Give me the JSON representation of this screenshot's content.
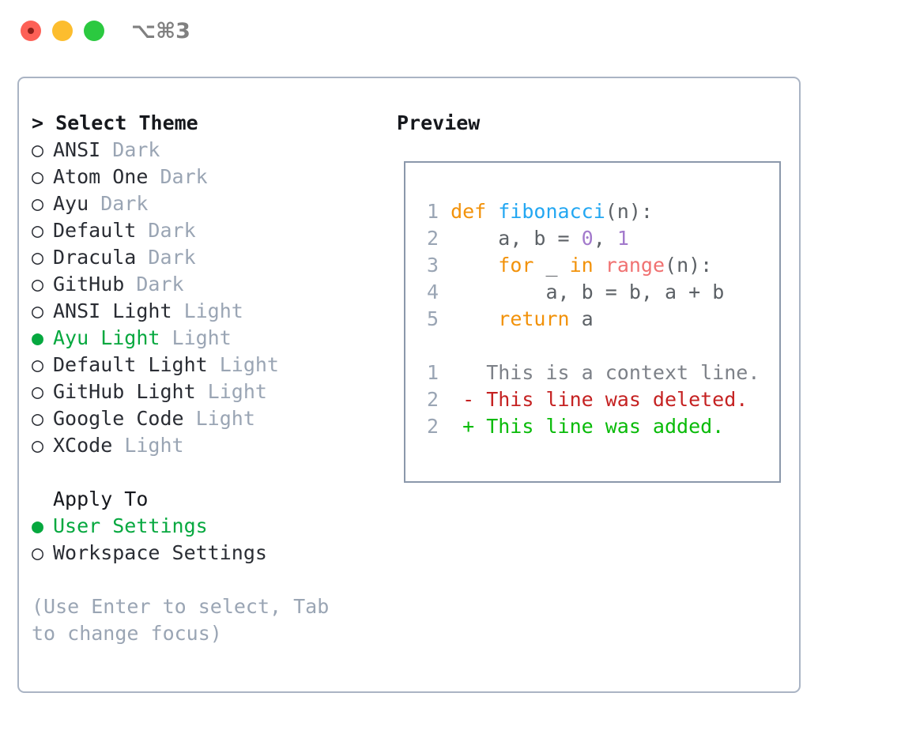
{
  "window": {
    "shortcut": "⌥⌘3",
    "traffic_lights": {
      "close": "#fd6056",
      "minimize": "#fcbd2e",
      "zoom": "#2bc940"
    }
  },
  "colors": {
    "accent_selected": "#06a83f",
    "muted": "#9aa5b4",
    "text": "#2a2d34",
    "border": "#aab4c4",
    "preview_border": "#8b98ab",
    "keyword": "#f2920a",
    "function": "#23a7f2",
    "builtin": "#f07171",
    "number": "#a37acc",
    "diff_context": "#7d8188",
    "diff_deleted": "#c52222",
    "diff_added": "#09bb09"
  },
  "theme_picker": {
    "heading": "> Select Theme",
    "marker_unselected": "○",
    "marker_selected": "●",
    "items": [
      {
        "name": "ANSI",
        "tag": "Dark",
        "selected": false
      },
      {
        "name": "Atom One",
        "tag": "Dark",
        "selected": false
      },
      {
        "name": "Ayu",
        "tag": "Dark",
        "selected": false
      },
      {
        "name": "Default",
        "tag": "Dark",
        "selected": false
      },
      {
        "name": "Dracula",
        "tag": "Dark",
        "selected": false
      },
      {
        "name": "GitHub",
        "tag": "Dark",
        "selected": false
      },
      {
        "name": "ANSI Light",
        "tag": "Light",
        "selected": false
      },
      {
        "name": "Ayu Light",
        "tag": "Light",
        "selected": true
      },
      {
        "name": "Default Light",
        "tag": "Light",
        "selected": false
      },
      {
        "name": "GitHub Light",
        "tag": "Light",
        "selected": false
      },
      {
        "name": "Google Code",
        "tag": "Light",
        "selected": false
      },
      {
        "name": "XCode",
        "tag": "Light",
        "selected": false
      }
    ]
  },
  "apply_to": {
    "heading": "Apply To",
    "items": [
      {
        "name": "User Settings",
        "selected": true
      },
      {
        "name": "Workspace Settings",
        "selected": false
      }
    ]
  },
  "hint": "(Use Enter to select, Tab to change focus)",
  "preview": {
    "title": "Preview",
    "code_lines": [
      {
        "num": "1",
        "tokens": [
          {
            "t": "def ",
            "c": "kw"
          },
          {
            "t": "fibonacci",
            "c": "fn"
          },
          {
            "t": "(n):",
            "c": "pl"
          }
        ]
      },
      {
        "num": "2",
        "tokens": [
          {
            "t": "    a, b = ",
            "c": "pl"
          },
          {
            "t": "0",
            "c": "num"
          },
          {
            "t": ", ",
            "c": "pl"
          },
          {
            "t": "1",
            "c": "num"
          }
        ]
      },
      {
        "num": "3",
        "tokens": [
          {
            "t": "    ",
            "c": "pl"
          },
          {
            "t": "for",
            "c": "kw"
          },
          {
            "t": " _ ",
            "c": "pl"
          },
          {
            "t": "in",
            "c": "kw"
          },
          {
            "t": " ",
            "c": "pl"
          },
          {
            "t": "range",
            "c": "bi"
          },
          {
            "t": "(n):",
            "c": "pl"
          }
        ]
      },
      {
        "num": "4",
        "tokens": [
          {
            "t": "        a, b = b, a + b",
            "c": "pl"
          }
        ]
      },
      {
        "num": "5",
        "tokens": [
          {
            "t": "    ",
            "c": "pl"
          },
          {
            "t": "return",
            "c": "kw"
          },
          {
            "t": " a",
            "c": "pl"
          }
        ]
      }
    ],
    "diff_lines": [
      {
        "num": "1",
        "sign": " ",
        "text": " This is a context line.",
        "kind": "d-ctx"
      },
      {
        "num": "2",
        "sign": "-",
        "text": " This line was deleted.",
        "kind": "d-del"
      },
      {
        "num": "2",
        "sign": "+",
        "text": " This line was added.",
        "kind": "d-add"
      }
    ]
  }
}
